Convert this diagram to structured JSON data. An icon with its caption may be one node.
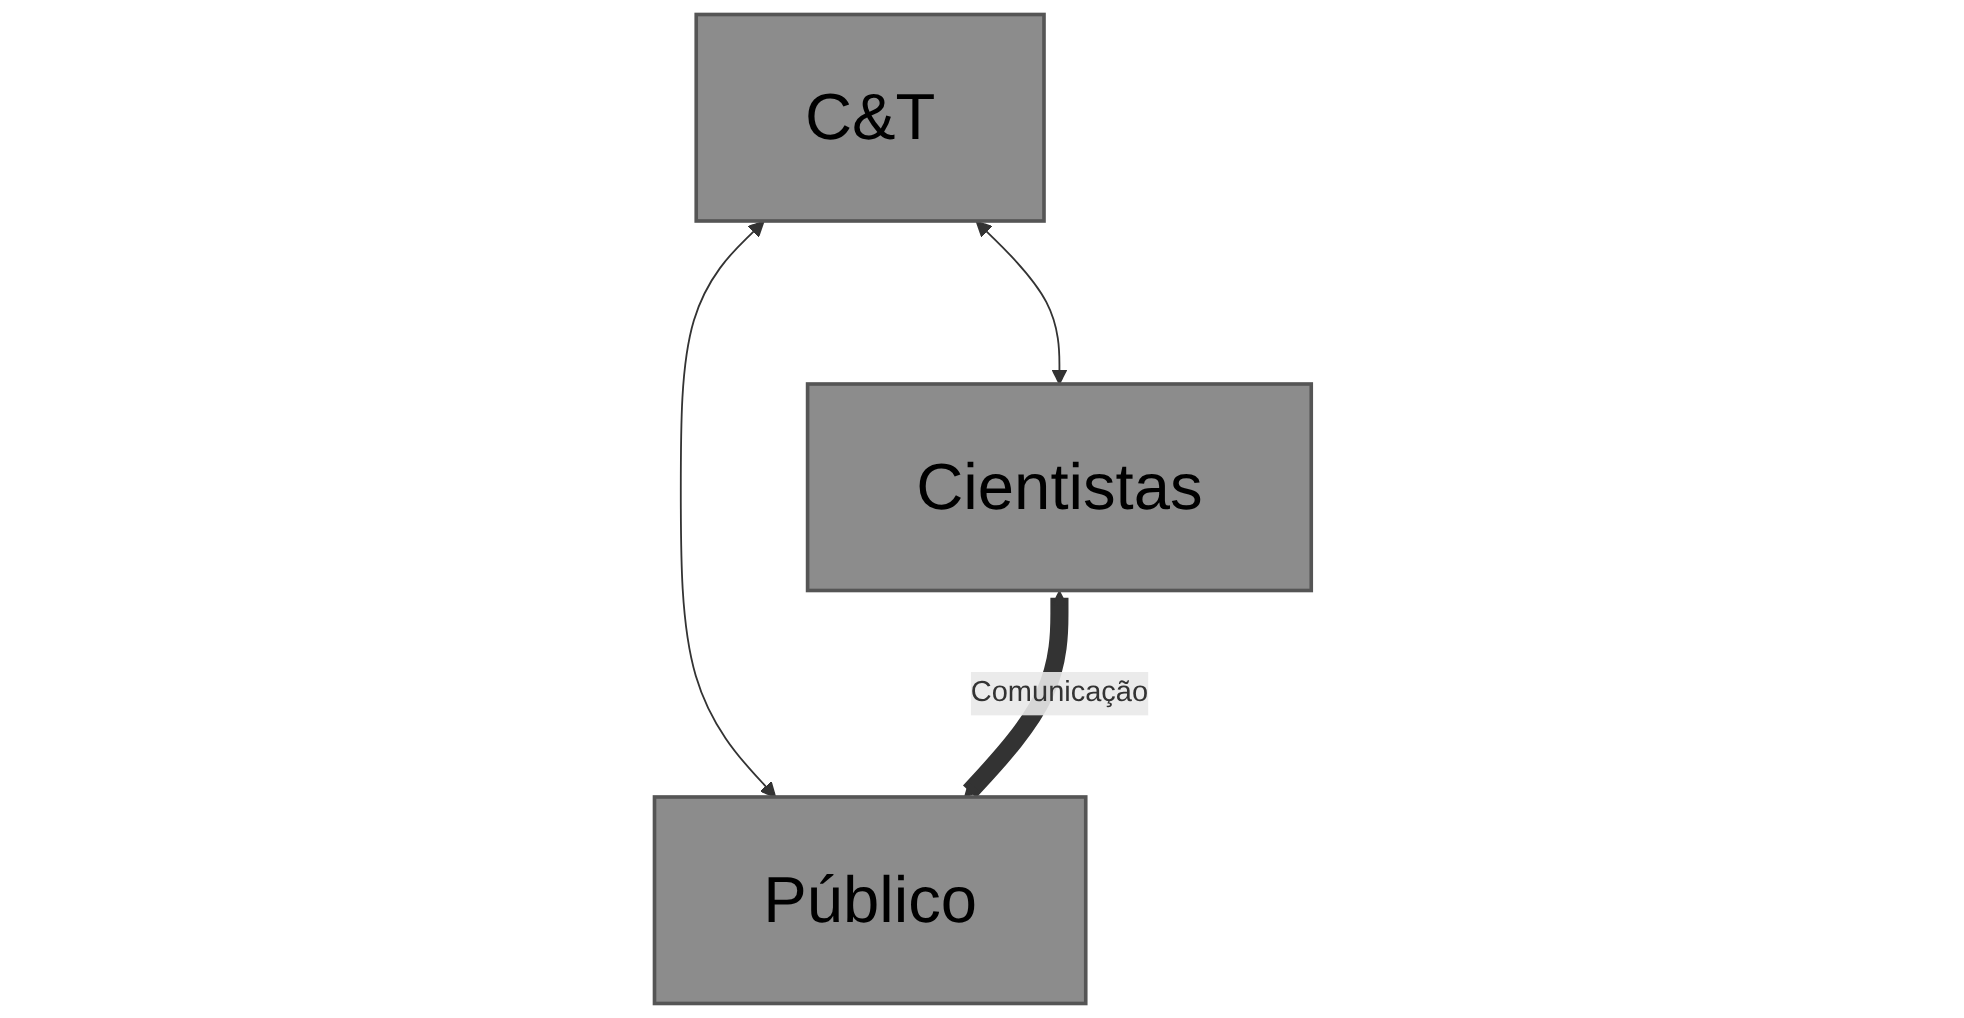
{
  "diagram": {
    "nodes": [
      {
        "text": [
          "C&T"
        ]
      },
      {
        "text": [
          "Cientistas"
        ]
      },
      {
        "text": [
          "Público"
        ]
      }
    ],
    "edges": [
      {
        "from": 0,
        "to": 1,
        "arrow": "both"
      },
      {
        "from": 0,
        "to": 2,
        "arrow": "both"
      },
      {
        "from": 1,
        "to": 2,
        "arrow": "both",
        "label": "Comunicação",
        "style": "thick"
      }
    ]
  }
}
